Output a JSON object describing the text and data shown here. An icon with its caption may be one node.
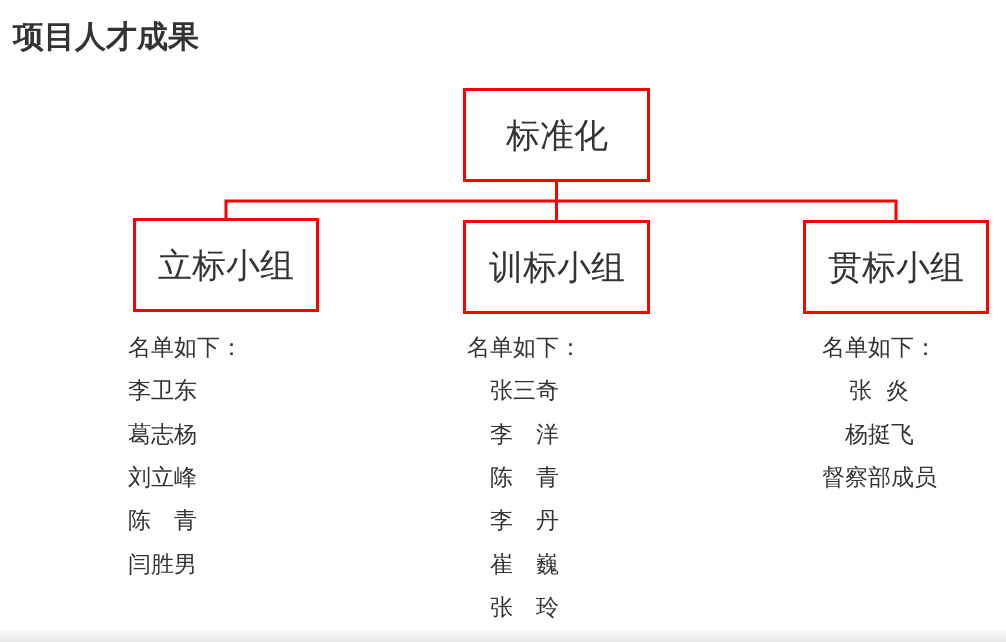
{
  "diagram": {
    "title": "项目人才成果",
    "nodes": [
      {
        "text": [
          "标准化"
        ]
      },
      {
        "text": [
          "立标小组"
        ],
        "beside": [
          "名单如下：",
          "李卫东",
          "葛志杨",
          "刘立峰",
          "陈　青",
          "闫胜男"
        ]
      },
      {
        "text": [
          "训标小组"
        ],
        "beside": [
          "名单如下：",
          "张三奇",
          "李　洋",
          "陈　青",
          "李　丹",
          "崔　巍",
          "张　玲"
        ]
      },
      {
        "text": [
          "贯标小组"
        ],
        "beside": [
          "名单如下：",
          "张  炎",
          "杨挺飞",
          "督察部成员"
        ]
      }
    ],
    "edges": [
      {
        "from": 0,
        "to": 1,
        "arrow": "none"
      },
      {
        "from": 0,
        "to": 2,
        "arrow": "none"
      },
      {
        "from": 0,
        "to": 3,
        "arrow": "none"
      }
    ]
  }
}
